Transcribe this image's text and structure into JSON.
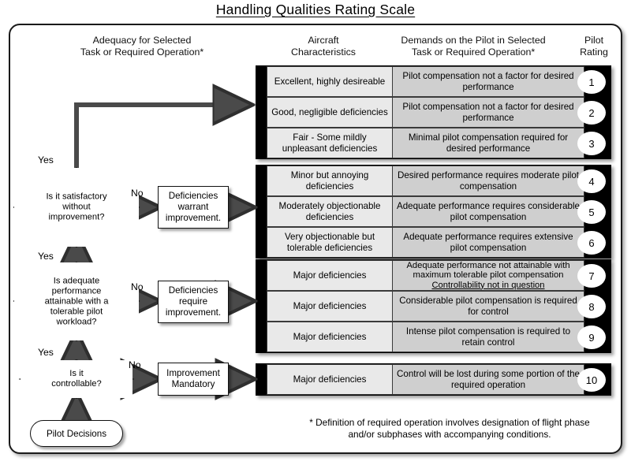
{
  "title": "Handling Qualities Rating Scale",
  "headers": {
    "adequacy": "Adequacy for Selected\nTask or Required  Operation*",
    "adequacy_line1": "Adequacy for Selected",
    "adequacy_line2": "Task or Required  Operation*",
    "aircraft_line1": "Aircraft",
    "aircraft_line2": "Characteristics",
    "demands_line1": "Demands on the Pilot in Selected",
    "demands_line2": "Task or Required Operation*",
    "rating_line1": "Pilot",
    "rating_line2": "Rating"
  },
  "groups": [
    {
      "name": "satisfactory",
      "rows": [
        {
          "aircraft": "Excellent, highly desireable",
          "demands": "Pilot compensation not a factor for desired performance",
          "rating": "1"
        },
        {
          "aircraft": "Good, negligible deficiencies",
          "demands": "Pilot compensation not a factor for desired performance",
          "rating": "2"
        },
        {
          "aircraft": "Fair - Some mildly unpleasant deficiencies",
          "demands": "Minimal pilot compensation required for desired performance",
          "rating": "3"
        }
      ]
    },
    {
      "name": "deficiencies-warrant-improvement",
      "rows": [
        {
          "aircraft": "Minor but annoying deficiencies",
          "demands": "Desired performance requires moderate pilot compensation",
          "rating": "4"
        },
        {
          "aircraft": "Moderately objectionable deficiencies",
          "demands": "Adequate performance requires considerable pilot compensation",
          "rating": "5"
        },
        {
          "aircraft": "Very objectionable but tolerable deficiencies",
          "demands": "Adequate performance requires extensive pilot compensation",
          "rating": "6"
        }
      ]
    },
    {
      "name": "deficiencies-require-improvement",
      "rows": [
        {
          "aircraft": "Major deficiencies",
          "demands_line1": "Adequate performance not attainable with",
          "demands_line2": "maximum tolerable pilot compensation",
          "demands_line3": "Controllability not in question",
          "rating": "7"
        },
        {
          "aircraft": "Major deficiencies",
          "demands": "Considerable pilot compensation is required for control",
          "rating": "8"
        },
        {
          "aircraft": "Major deficiencies",
          "demands": "Intense pilot compensation is required to retain control",
          "rating": "9"
        }
      ]
    },
    {
      "name": "improvement-mandatory",
      "rows": [
        {
          "aircraft": "Major deficiencies",
          "demands": "Control will be lost during some portion of the required operation",
          "rating": "10"
        }
      ]
    }
  ],
  "flow": {
    "decisions": [
      {
        "id": "satisfactory",
        "line1": "Is it satisfactory",
        "line2": "without",
        "line3": "improvement?"
      },
      {
        "id": "adequate-performance",
        "line1": "Is adequate",
        "line2": "performance",
        "line3": "attainable with a",
        "line4": "tolerable pilot",
        "line5": "workload?"
      },
      {
        "id": "controllable",
        "line1": "Is it",
        "line2": "controllable?"
      }
    ],
    "processes": [
      {
        "id": "warrant",
        "line1": "Deficiencies",
        "line2": "warrant",
        "line3": "improvement."
      },
      {
        "id": "require",
        "line1": "Deficiencies",
        "line2": "require",
        "line3": "improvement."
      },
      {
        "id": "mandatory",
        "line1": "Improvement",
        "line2": "Mandatory"
      }
    ],
    "start": "Pilot Decisions",
    "yes_labels": [
      "Yes",
      "Yes",
      "Yes"
    ],
    "no_labels": [
      "No",
      "No",
      "No"
    ]
  },
  "footnote": {
    "line1": "* Definition of required operation involves designation of flight phase",
    "line2": "and/or subphases with accompanying conditions."
  },
  "colors": {
    "band": "#000000",
    "aircraft_cell": "#e9e9e9",
    "demands_cell": "#cfcfcf",
    "arrow": "#4a4a4a",
    "border": "#1a1a1a"
  }
}
